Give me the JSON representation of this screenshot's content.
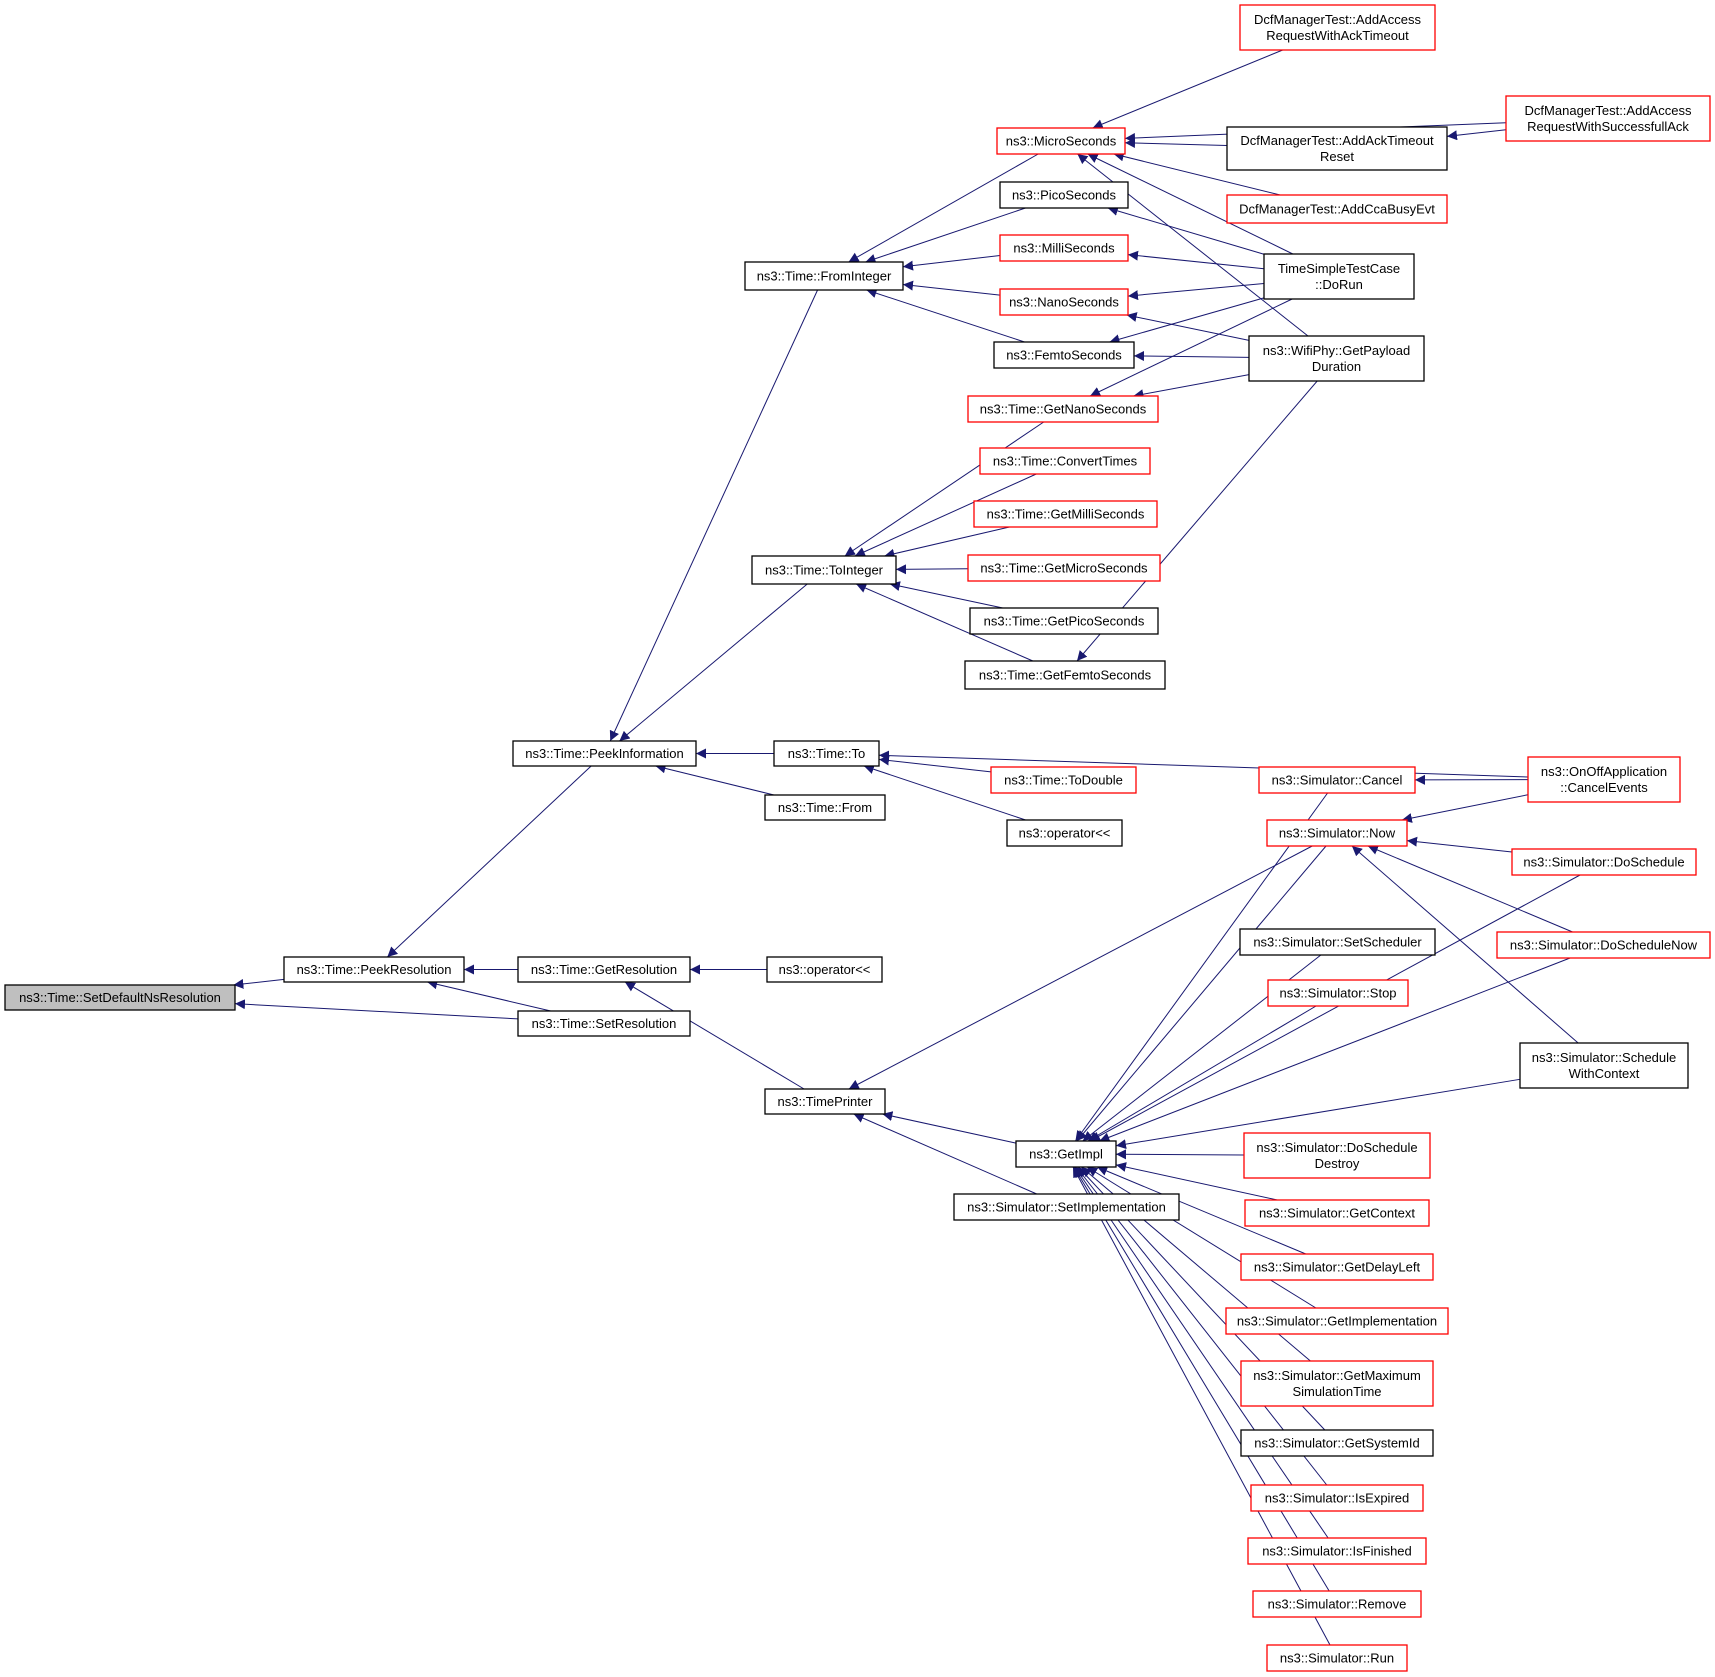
{
  "diagram": {
    "colors": {
      "edge": "#191970",
      "border_black": "#000000",
      "border_red": "#ff0000",
      "root_fill": "#bfbfbf",
      "node_fill": "#ffffff"
    },
    "nodes": [
      {
        "id": "n0",
        "lines": [
          "ns3::Time::SetDefaultNsResolution"
        ],
        "style": "root"
      },
      {
        "id": "n1",
        "lines": [
          "ns3::Time::PeekResolution"
        ],
        "style": "black"
      },
      {
        "id": "n2",
        "lines": [
          "ns3::Time::SetResolution"
        ],
        "style": "black"
      },
      {
        "id": "n3",
        "lines": [
          "ns3::Time::PeekInformation"
        ],
        "style": "black"
      },
      {
        "id": "n4",
        "lines": [
          "ns3::Time::GetResolution"
        ],
        "style": "black"
      },
      {
        "id": "n5",
        "lines": [
          "ns3::Time::FromInteger"
        ],
        "style": "black"
      },
      {
        "id": "n6",
        "lines": [
          "ns3::Time::ToInteger"
        ],
        "style": "black"
      },
      {
        "id": "n7",
        "lines": [
          "ns3::Time::To"
        ],
        "style": "black"
      },
      {
        "id": "n8",
        "lines": [
          "ns3::Time::From"
        ],
        "style": "black"
      },
      {
        "id": "n9",
        "lines": [
          "ns3::operator<<"
        ],
        "style": "black"
      },
      {
        "id": "n10",
        "lines": [
          "ns3::TimePrinter"
        ],
        "style": "black"
      },
      {
        "id": "n11",
        "lines": [
          "ns3::MicroSeconds"
        ],
        "style": "red"
      },
      {
        "id": "n12",
        "lines": [
          "ns3::PicoSeconds"
        ],
        "style": "black"
      },
      {
        "id": "n13",
        "lines": [
          "ns3::MilliSeconds"
        ],
        "style": "red"
      },
      {
        "id": "n14",
        "lines": [
          "ns3::NanoSeconds"
        ],
        "style": "red"
      },
      {
        "id": "n15",
        "lines": [
          "ns3::FemtoSeconds"
        ],
        "style": "black"
      },
      {
        "id": "n16",
        "lines": [
          "ns3::Time::GetNanoSeconds"
        ],
        "style": "red"
      },
      {
        "id": "n17",
        "lines": [
          "ns3::Time::ConvertTimes"
        ],
        "style": "red"
      },
      {
        "id": "n18",
        "lines": [
          "ns3::Time::GetMilliSeconds"
        ],
        "style": "red"
      },
      {
        "id": "n19",
        "lines": [
          "ns3::Time::GetMicroSeconds"
        ],
        "style": "red"
      },
      {
        "id": "n20",
        "lines": [
          "ns3::Time::GetPicoSeconds"
        ],
        "style": "black"
      },
      {
        "id": "n21",
        "lines": [
          "ns3::Time::GetFemtoSeconds"
        ],
        "style": "black"
      },
      {
        "id": "n22",
        "lines": [
          "ns3::Time::ToDouble"
        ],
        "style": "red"
      },
      {
        "id": "n23",
        "lines": [
          "ns3::operator<<"
        ],
        "style": "black"
      },
      {
        "id": "n24",
        "lines": [
          "ns3::GetImpl"
        ],
        "style": "black"
      },
      {
        "id": "n25",
        "lines": [
          "ns3::Simulator::SetImplementation"
        ],
        "style": "black"
      },
      {
        "id": "n26",
        "lines": [
          "DcfManagerTest::AddAccess",
          "RequestWithAckTimeout"
        ],
        "style": "red"
      },
      {
        "id": "n27",
        "lines": [
          "DcfManagerTest::AddAckTimeout",
          "Reset"
        ],
        "style": "black"
      },
      {
        "id": "n28",
        "lines": [
          "DcfManagerTest::AddCcaBusyEvt"
        ],
        "style": "red"
      },
      {
        "id": "n29",
        "lines": [
          "TimeSimpleTestCase",
          "::DoRun"
        ],
        "style": "black"
      },
      {
        "id": "n30",
        "lines": [
          "ns3::WifiPhy::GetPayload",
          "Duration"
        ],
        "style": "black"
      },
      {
        "id": "n31",
        "lines": [
          "DcfManagerTest::AddAccess",
          "RequestWithSuccessfullAck"
        ],
        "style": "red"
      },
      {
        "id": "n32",
        "lines": [
          "ns3::Simulator::Cancel"
        ],
        "style": "red"
      },
      {
        "id": "n33",
        "lines": [
          "ns3::Simulator::Now"
        ],
        "style": "red"
      },
      {
        "id": "n34",
        "lines": [
          "ns3::Simulator::SetScheduler"
        ],
        "style": "black"
      },
      {
        "id": "n35",
        "lines": [
          "ns3::Simulator::Stop"
        ],
        "style": "red"
      },
      {
        "id": "n36",
        "lines": [
          "ns3::Simulator::DoSchedule",
          "Destroy"
        ],
        "style": "red"
      },
      {
        "id": "n37",
        "lines": [
          "ns3::Simulator::GetContext"
        ],
        "style": "red"
      },
      {
        "id": "n38",
        "lines": [
          "ns3::Simulator::GetDelayLeft"
        ],
        "style": "red"
      },
      {
        "id": "n39",
        "lines": [
          "ns3::Simulator::GetImplementation"
        ],
        "style": "red"
      },
      {
        "id": "n40",
        "lines": [
          "ns3::Simulator::GetMaximum",
          "SimulationTime"
        ],
        "style": "red"
      },
      {
        "id": "n41",
        "lines": [
          "ns3::Simulator::GetSystemId"
        ],
        "style": "black"
      },
      {
        "id": "n42",
        "lines": [
          "ns3::Simulator::IsExpired"
        ],
        "style": "red"
      },
      {
        "id": "n43",
        "lines": [
          "ns3::Simulator::IsFinished"
        ],
        "style": "red"
      },
      {
        "id": "n44",
        "lines": [
          "ns3::Simulator::Remove"
        ],
        "style": "red"
      },
      {
        "id": "n45",
        "lines": [
          "ns3::Simulator::Run"
        ],
        "style": "red"
      },
      {
        "id": "n46",
        "lines": [
          "ns3::OnOffApplication",
          "::CancelEvents"
        ],
        "style": "red"
      },
      {
        "id": "n47",
        "lines": [
          "ns3::Simulator::DoSchedule"
        ],
        "style": "red"
      },
      {
        "id": "n48",
        "lines": [
          "ns3::Simulator::DoScheduleNow"
        ],
        "style": "red"
      },
      {
        "id": "n49",
        "lines": [
          "ns3::Simulator::Schedule",
          "WithContext"
        ],
        "style": "black"
      }
    ],
    "edges": [
      [
        "n0",
        "n1"
      ],
      [
        "n0",
        "n2"
      ],
      [
        "n1",
        "n3"
      ],
      [
        "n1",
        "n4"
      ],
      [
        "n1",
        "n2"
      ],
      [
        "n3",
        "n5"
      ],
      [
        "n3",
        "n6"
      ],
      [
        "n3",
        "n7"
      ],
      [
        "n3",
        "n8"
      ],
      [
        "n4",
        "n9"
      ],
      [
        "n4",
        "n10"
      ],
      [
        "n5",
        "n11"
      ],
      [
        "n5",
        "n12"
      ],
      [
        "n5",
        "n13"
      ],
      [
        "n5",
        "n14"
      ],
      [
        "n5",
        "n15"
      ],
      [
        "n6",
        "n16"
      ],
      [
        "n6",
        "n17"
      ],
      [
        "n6",
        "n18"
      ],
      [
        "n6",
        "n19"
      ],
      [
        "n6",
        "n20"
      ],
      [
        "n6",
        "n21"
      ],
      [
        "n7",
        "n46"
      ],
      [
        "n7",
        "n22"
      ],
      [
        "n7",
        "n23"
      ],
      [
        "n10",
        "n33"
      ],
      [
        "n10",
        "n24"
      ],
      [
        "n10",
        "n25"
      ],
      [
        "n11",
        "n26"
      ],
      [
        "n11",
        "n31"
      ],
      [
        "n11",
        "n27"
      ],
      [
        "n11",
        "n28"
      ],
      [
        "n11",
        "n29"
      ],
      [
        "n11",
        "n30"
      ],
      [
        "n12",
        "n29"
      ],
      [
        "n13",
        "n29"
      ],
      [
        "n14",
        "n29"
      ],
      [
        "n14",
        "n30"
      ],
      [
        "n15",
        "n29"
      ],
      [
        "n15",
        "n30"
      ],
      [
        "n16",
        "n29"
      ],
      [
        "n16",
        "n30"
      ],
      [
        "n21",
        "n30"
      ],
      [
        "n27",
        "n31"
      ],
      [
        "n32",
        "n46"
      ],
      [
        "n33",
        "n46"
      ],
      [
        "n33",
        "n47"
      ],
      [
        "n33",
        "n48"
      ],
      [
        "n33",
        "n49"
      ],
      [
        "n24",
        "n32"
      ],
      [
        "n24",
        "n33"
      ],
      [
        "n24",
        "n47"
      ],
      [
        "n24",
        "n34"
      ],
      [
        "n24",
        "n35"
      ],
      [
        "n24",
        "n48"
      ],
      [
        "n24",
        "n49"
      ],
      [
        "n24",
        "n36"
      ],
      [
        "n24",
        "n37"
      ],
      [
        "n24",
        "n38"
      ],
      [
        "n24",
        "n39"
      ],
      [
        "n24",
        "n40"
      ],
      [
        "n24",
        "n41"
      ],
      [
        "n24",
        "n42"
      ],
      [
        "n24",
        "n43"
      ],
      [
        "n24",
        "n44"
      ],
      [
        "n24",
        "n45"
      ]
    ]
  }
}
